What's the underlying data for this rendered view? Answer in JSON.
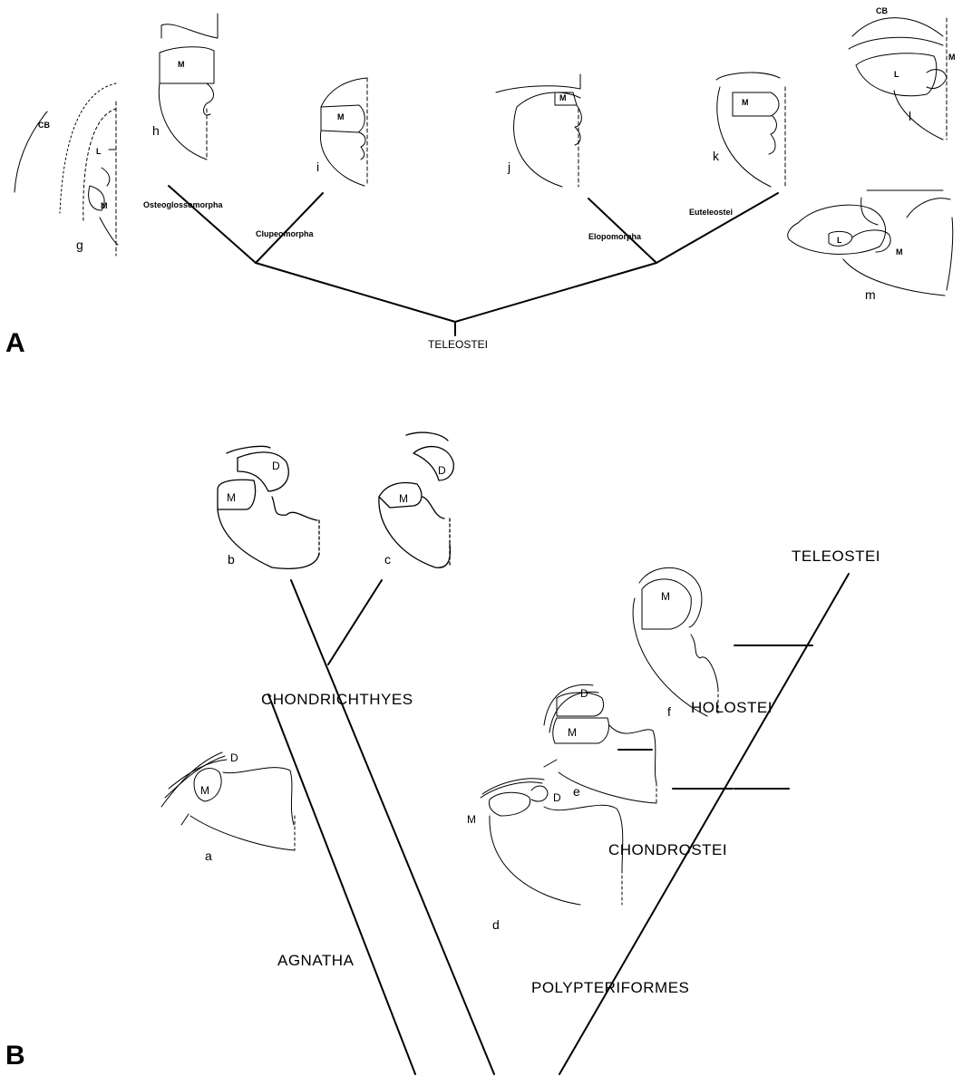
{
  "panels": {
    "a": "A",
    "b": "B"
  },
  "panel_a": {
    "root": "TELEOSTEI",
    "clades": [
      "Osteoglossomorpha",
      "Clupeomorpha",
      "Elopomorpha",
      "Euteleostei"
    ],
    "figure_letters": [
      "g",
      "h",
      "i",
      "j",
      "k",
      "l",
      "m"
    ],
    "region_labels": {
      "cb": "CB",
      "l": "L",
      "m": "M"
    }
  },
  "panel_b": {
    "clades": [
      "CHONDRICHTHYES",
      "AGNATHA",
      "TELEOSTEI",
      "HOLOSTEI",
      "CHONDROSTEI",
      "POLYPTERIFORMES"
    ],
    "figure_letters": [
      "a",
      "b",
      "c",
      "d",
      "e",
      "f"
    ],
    "region_labels": {
      "d": "D",
      "m": "M"
    }
  }
}
